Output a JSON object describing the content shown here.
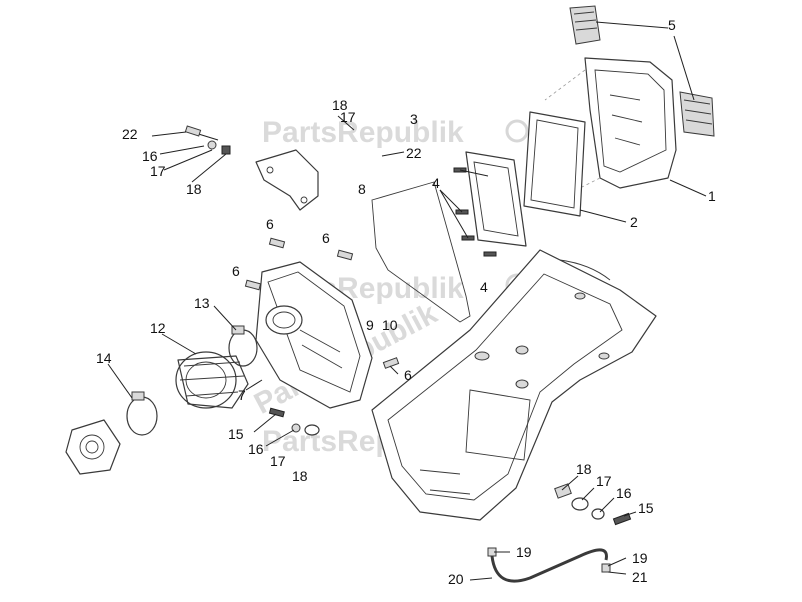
{
  "watermark": {
    "text": "PartsRepublik"
  },
  "labels": [
    {
      "id": "l1",
      "text": "1"
    },
    {
      "id": "l2",
      "text": "2"
    },
    {
      "id": "l3",
      "text": "3"
    },
    {
      "id": "l4a",
      "text": "4"
    },
    {
      "id": "l4b",
      "text": "4"
    },
    {
      "id": "l5",
      "text": "5"
    },
    {
      "id": "l6a",
      "text": "6"
    },
    {
      "id": "l6b",
      "text": "6"
    },
    {
      "id": "l6c",
      "text": "6"
    },
    {
      "id": "l6d",
      "text": "6"
    },
    {
      "id": "l7",
      "text": "7"
    },
    {
      "id": "l8",
      "text": "8"
    },
    {
      "id": "l9",
      "text": "9"
    },
    {
      "id": "l10",
      "text": "10"
    },
    {
      "id": "l12",
      "text": "12"
    },
    {
      "id": "l13",
      "text": "13"
    },
    {
      "id": "l14",
      "text": "14"
    },
    {
      "id": "l15a",
      "text": "15"
    },
    {
      "id": "l15b",
      "text": "15"
    },
    {
      "id": "l16a",
      "text": "16"
    },
    {
      "id": "l16b",
      "text": "16"
    },
    {
      "id": "l16c",
      "text": "16"
    },
    {
      "id": "l17a",
      "text": "17"
    },
    {
      "id": "l17b",
      "text": "17"
    },
    {
      "id": "l17c",
      "text": "17"
    },
    {
      "id": "l17d",
      "text": "17"
    },
    {
      "id": "l18a",
      "text": "18"
    },
    {
      "id": "l18b",
      "text": "18"
    },
    {
      "id": "l18c",
      "text": "18"
    },
    {
      "id": "l18d",
      "text": "18"
    },
    {
      "id": "l19a",
      "text": "19"
    },
    {
      "id": "l19b",
      "text": "19"
    },
    {
      "id": "l20",
      "text": "20"
    },
    {
      "id": "l21",
      "text": "21"
    },
    {
      "id": "l22a",
      "text": "22"
    },
    {
      "id": "l22b",
      "text": "22"
    }
  ]
}
